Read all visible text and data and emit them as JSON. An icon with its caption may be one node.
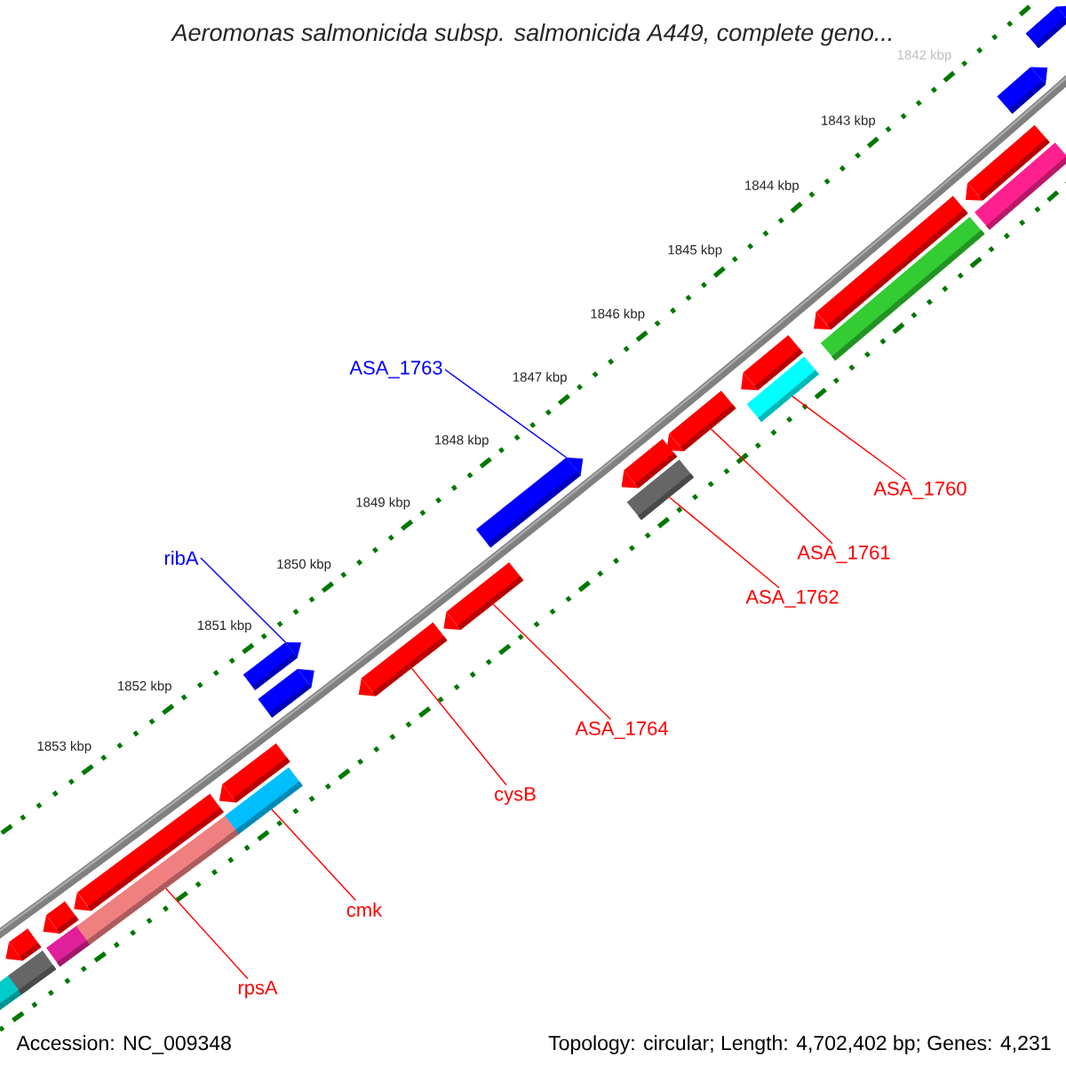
{
  "diagram": {
    "title": "Aeromonas salmonicida subsp. salmonicida A449, complete geno...",
    "nodes": [
      {
        "text": [
          "ASA_1763"
        ]
      },
      {
        "text": [
          "ribA"
        ]
      },
      {
        "text": [
          "ASA_1760"
        ]
      },
      {
        "text": [
          "ASA_1761"
        ]
      },
      {
        "text": [
          "ASA_1762"
        ]
      },
      {
        "text": [
          "ASA_1764"
        ]
      },
      {
        "text": [
          "cysB"
        ]
      },
      {
        "text": [
          "cmk"
        ]
      },
      {
        "text": [
          "rpsA"
        ]
      },
      {
        "text": [],
        "shape": "bar"
      },
      {
        "text": [],
        "shape": "bar"
      },
      {
        "text": [],
        "shape": "bar"
      },
      {
        "text": [],
        "shape": "bar"
      },
      {
        "text": [],
        "shape": "bar"
      },
      {
        "text": [],
        "shape": "bar"
      },
      {
        "text": [],
        "shape": "bar"
      },
      {
        "text": [],
        "shape": "bar"
      },
      {
        "text": [],
        "shape": "bar"
      },
      {
        "text": [],
        "shape": "bar"
      },
      {
        "text": [],
        "shape": "bar"
      },
      {
        "text": [],
        "shape": "bar"
      },
      {
        "text": [],
        "shape": "bar"
      },
      {
        "text": [],
        "shape": "bar"
      },
      {
        "text": [],
        "shape": "bar"
      },
      {
        "text": [],
        "shape": "bar"
      },
      {
        "text": [],
        "shape": "bar"
      },
      {
        "text": [],
        "shape": "bar"
      },
      {
        "text": [],
        "shape": "bar"
      },
      {
        "text": [],
        "shape": "bar"
      },
      {
        "text": [],
        "shape": "bar"
      },
      {
        "text": [],
        "shape": "bar"
      },
      {
        "text": [],
        "shape": "bar"
      },
      {
        "text": [],
        "shape": "bar"
      },
      {
        "text": [],
        "shape": "bar"
      }
    ],
    "edges": [
      {
        "from": 0,
        "to": 22,
        "arrow": "none",
        "color": "#0000ff"
      },
      {
        "from": 1,
        "to": 18,
        "arrow": "none",
        "color": "#0000ff"
      },
      {
        "from": 2,
        "to": 27,
        "arrow": "none"
      },
      {
        "from": 3,
        "to": 25,
        "arrow": "none"
      },
      {
        "from": 4,
        "to": 24,
        "arrow": "none"
      },
      {
        "from": 5,
        "to": 21,
        "arrow": "none"
      },
      {
        "from": 6,
        "to": 20,
        "arrow": "none"
      },
      {
        "from": 7,
        "to": 17,
        "arrow": "none"
      },
      {
        "from": 8,
        "to": 15,
        "arrow": "none"
      }
    ],
    "labels": [
      "1842 kbp",
      "1843 kbp",
      "1844 kbp",
      "1845 kbp",
      "1846 kbp",
      "1847 kbp",
      "1848 kbp",
      "1849 kbp",
      "1850 kbp",
      "1851 kbp",
      "1852 kbp",
      "1853 kbp",
      "Accession: NC_009348",
      "Topology: circular; Length: 4,702,402 bp; Genes: 4,231"
    ]
  }
}
